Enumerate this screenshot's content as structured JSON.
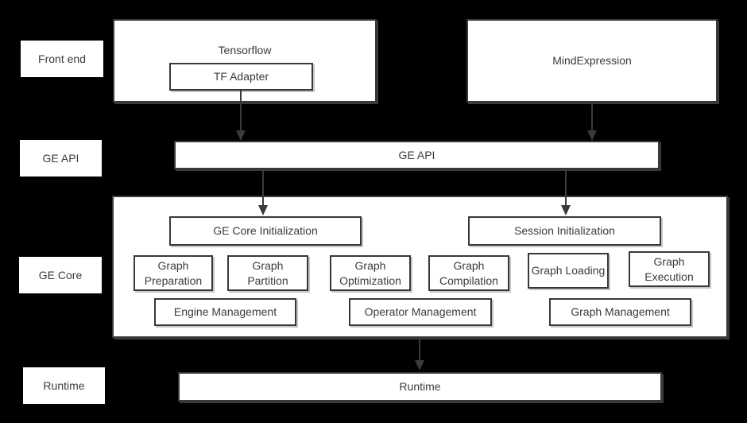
{
  "colors": {
    "background": "#000000",
    "box_fill": "#ffffff",
    "border": "#383838",
    "text": "#3b3b3b",
    "arrow": "#3a3a3a"
  },
  "side_labels": {
    "front_end": "Front end",
    "ge_api": "GE API",
    "ge_core": "GE Core",
    "runtime": "Runtime"
  },
  "front_end": {
    "tensorflow": "Tensorflow",
    "tf_adapter": "TF Adapter",
    "mind_expression": "MindExpression"
  },
  "ge_api": {
    "bar_label": "GE API"
  },
  "ge_core": {
    "ge_core_initialization": "GE Core Initialization",
    "session_initialization": "Session Initialization",
    "stages": [
      "Graph Preparation",
      "Graph Partition",
      "Graph Optimization",
      "Graph Compilation",
      "Graph Loading",
      "Graph Execution"
    ],
    "management": [
      "Engine Management",
      "Operator Management",
      "Graph Management"
    ]
  },
  "runtime": {
    "bar_label": "Runtime"
  }
}
